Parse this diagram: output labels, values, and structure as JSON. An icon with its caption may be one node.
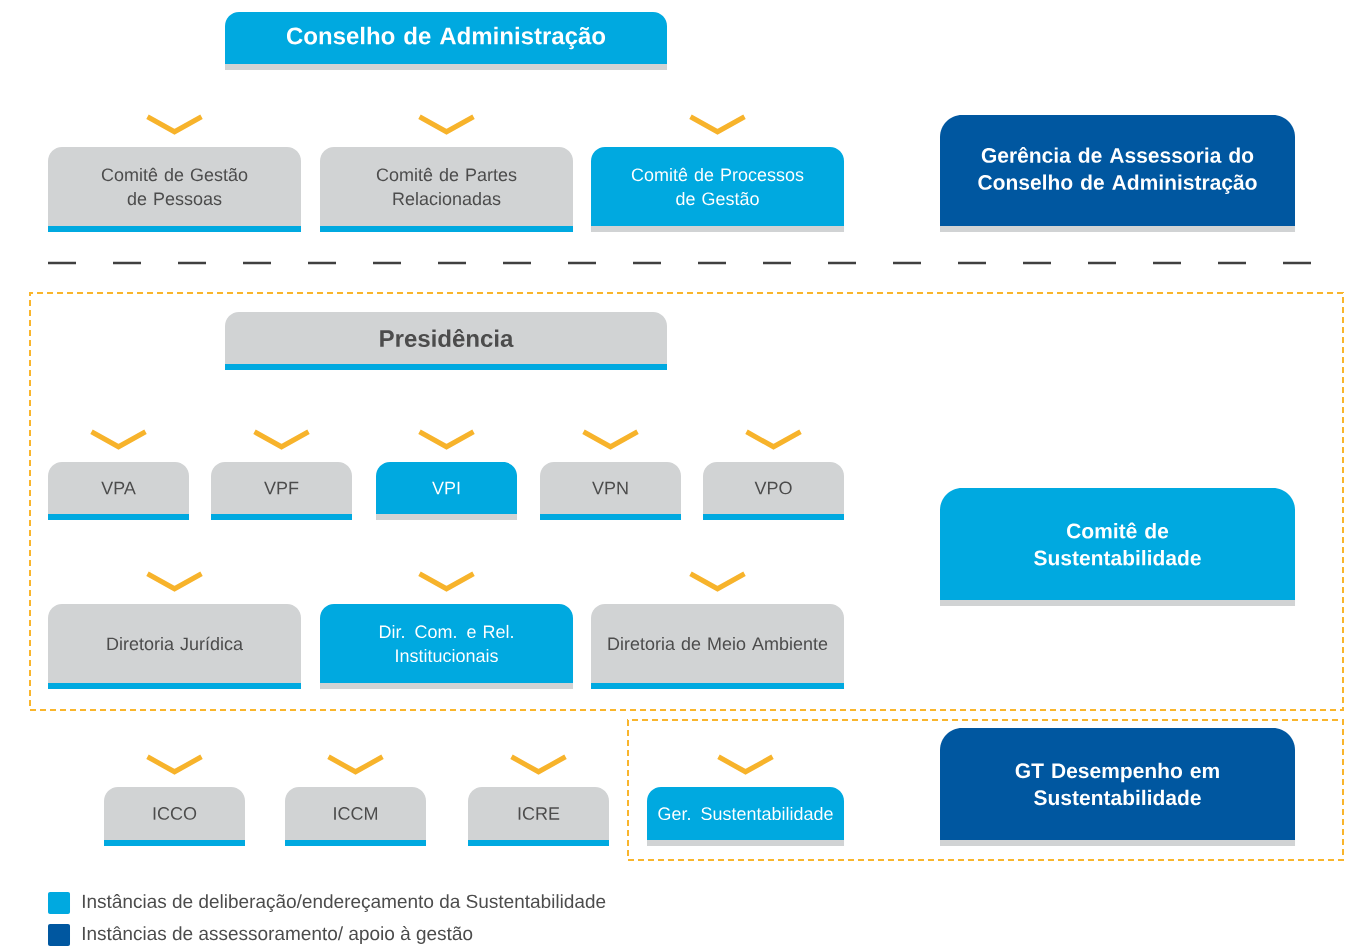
{
  "diagram": {
    "nodes": [
      {
        "text": [
          "Conselho de Administração"
        ]
      },
      {
        "text": [
          "Comitê de Gestão de Pessoas"
        ]
      },
      {
        "text": [
          "Comitê de Partes Relacionadas"
        ]
      },
      {
        "text": [
          "Comitê de Processos de Gestão"
        ]
      },
      {
        "text": [
          "Gerência de Assessoria do Conselho de Administração"
        ]
      },
      {
        "text": [],
        "shape": "box"
      },
      {
        "text": [
          "Presidência"
        ],
        "in": 5
      },
      {
        "text": [
          "VPA"
        ],
        "in": 5
      },
      {
        "text": [
          "VPF"
        ],
        "in": 5
      },
      {
        "text": [
          "VPI"
        ],
        "in": 5
      },
      {
        "text": [
          "VPN"
        ],
        "in": 5
      },
      {
        "text": [
          "VPO"
        ],
        "in": 5
      },
      {
        "text": [
          "Diretoria Jurídica"
        ],
        "in": 5
      },
      {
        "text": [
          "Dir. Com. e Rel. Institucionais"
        ],
        "in": 5
      },
      {
        "text": [
          "Diretoria de Meio Ambiente"
        ],
        "in": 5
      },
      {
        "text": [
          "Comitê de Sustentabilidade"
        ],
        "in": 5
      },
      {
        "text": [
          "ICCO"
        ]
      },
      {
        "text": [
          "ICCM"
        ]
      },
      {
        "text": [
          "ICRE"
        ]
      },
      {
        "text": [],
        "shape": "box"
      },
      {
        "text": [
          "Ger. Sustentabilidade"
        ],
        "in": 19
      },
      {
        "text": [
          "GT Desempenho em Sustentabilidade"
        ],
        "in": 19
      }
    ],
    "edges": [
      {
        "from": null,
        "to": 1,
        "arrow": "to"
      },
      {
        "from": null,
        "to": 2,
        "arrow": "to"
      },
      {
        "from": null,
        "to": 3,
        "arrow": "to"
      },
      {
        "from": null,
        "to": 7,
        "arrow": "to"
      },
      {
        "from": null,
        "to": 8,
        "arrow": "to"
      },
      {
        "from": null,
        "to": 9,
        "arrow": "to"
      },
      {
        "from": null,
        "to": 10,
        "arrow": "to"
      },
      {
        "from": null,
        "to": 11,
        "arrow": "to"
      },
      {
        "from": null,
        "to": 12,
        "arrow": "to"
      },
      {
        "from": null,
        "to": 13,
        "arrow": "to"
      },
      {
        "from": null,
        "to": 14,
        "arrow": "to"
      },
      {
        "from": null,
        "to": 16,
        "arrow": "to"
      },
      {
        "from": null,
        "to": 17,
        "arrow": "to"
      },
      {
        "from": null,
        "to": 18,
        "arrow": "to"
      },
      {
        "from": null,
        "to": 20,
        "arrow": "to"
      }
    ],
    "legend": [
      {
        "text": "Instâncias de deliberação/endereçamento da Sustentabilidade",
        "color": "#00a9e0"
      },
      {
        "text": "Instâncias de assessoramento/ apoio à gestão",
        "color": "#0057a0"
      }
    ]
  }
}
